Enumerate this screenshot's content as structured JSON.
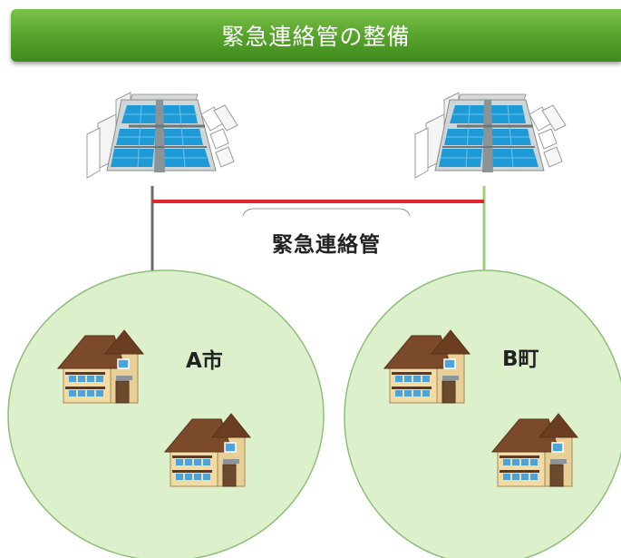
{
  "title": "緊急連絡管の整備",
  "pipe_label": "緊急連絡管",
  "areas": [
    {
      "name": "A市"
    },
    {
      "name": "B町"
    }
  ],
  "colors": {
    "banner_green": "#5aa72f",
    "pipe_red": "#e0262c",
    "area_fill": "#dcf0cc",
    "area_stroke": "#8cc07a"
  },
  "icons": [
    "water-treatment-plant-icon",
    "house-icon"
  ]
}
